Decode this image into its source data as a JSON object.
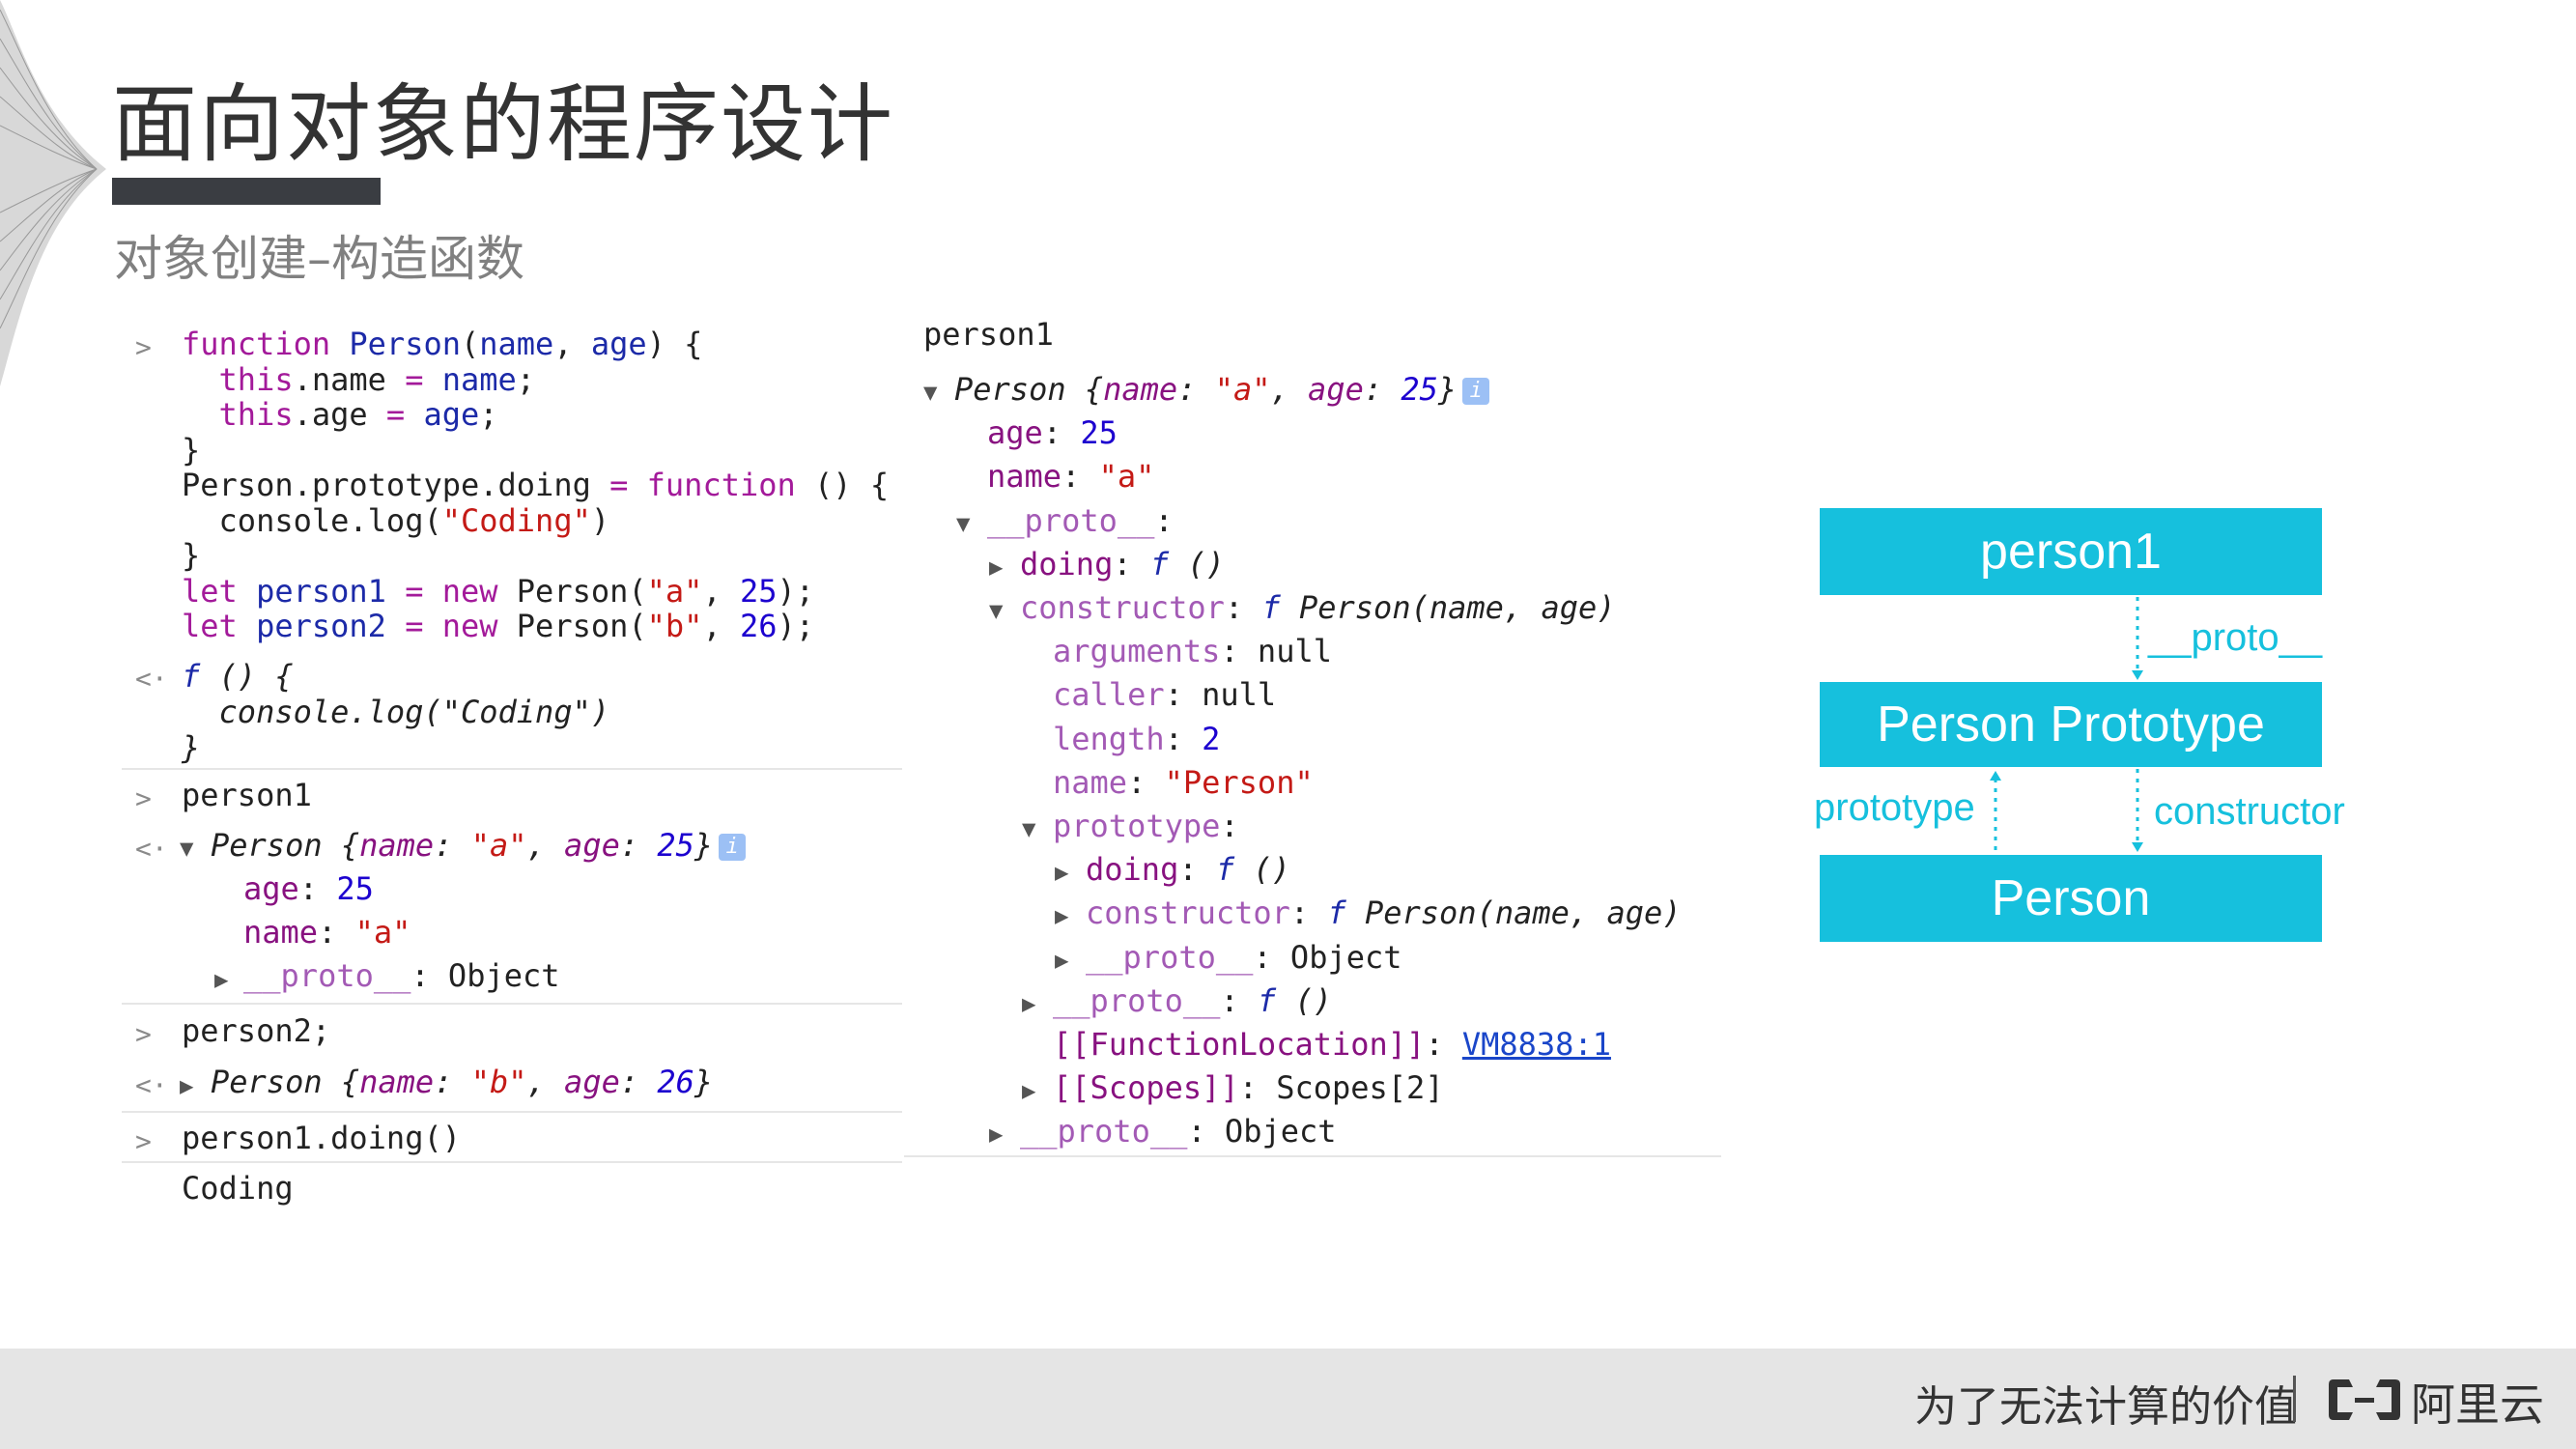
{
  "slide": {
    "title": "面向对象的程序设计",
    "subtitle": "对象创建–构造函数"
  },
  "console_left": {
    "entry1": {
      "lines": [
        [
          [
            "kw",
            "function "
          ],
          [
            "fn",
            "Person"
          ],
          [
            "",
            "("
          ],
          [
            "fn",
            "name"
          ],
          [
            "",
            ", "
          ],
          [
            "fn",
            "age"
          ],
          [
            "",
            ") {"
          ]
        ],
        [
          [
            "",
            "  "
          ],
          [
            "kw",
            "this"
          ],
          [
            "",
            ".name "
          ],
          [
            "kw",
            "="
          ],
          [
            "fn",
            " name"
          ],
          [
            "",
            ";"
          ]
        ],
        [
          [
            "",
            "  "
          ],
          [
            "kw",
            "this"
          ],
          [
            "",
            ".age "
          ],
          [
            "kw",
            "="
          ],
          [
            "fn",
            " age"
          ],
          [
            "",
            ";"
          ]
        ],
        [
          [
            "",
            "}"
          ]
        ],
        [
          [
            "",
            "Person.prototype.doing "
          ],
          [
            "kw",
            "="
          ],
          [
            "kw",
            " function"
          ],
          [
            "",
            " () {"
          ]
        ],
        [
          [
            "",
            "  console.log("
          ],
          [
            "str",
            "\"Coding\""
          ],
          [
            "",
            ")"
          ]
        ],
        [
          [
            "",
            "}"
          ]
        ],
        [
          [
            "kw",
            "let "
          ],
          [
            "fn",
            "person1"
          ],
          [
            "kw",
            " = new"
          ],
          [
            "",
            " Person("
          ],
          [
            "str",
            "\"a\""
          ],
          [
            "",
            ", "
          ],
          [
            "num",
            "25"
          ],
          [
            "",
            ");"
          ]
        ],
        [
          [
            "kw",
            "let "
          ],
          [
            "fn",
            "person2"
          ],
          [
            "kw",
            " = new"
          ],
          [
            "",
            " Person("
          ],
          [
            "str",
            "\"b\""
          ],
          [
            "",
            ", "
          ],
          [
            "num",
            "26"
          ],
          [
            "",
            ");"
          ]
        ]
      ],
      "result_lines": [
        [
          [
            "it fn",
            "f"
          ],
          [
            "it",
            " () {"
          ]
        ],
        [
          [
            "it",
            "  console.log(\"Coding\")"
          ]
        ],
        [
          [
            "it",
            "}"
          ]
        ]
      ]
    },
    "entry2": {
      "input": "person1",
      "result_head": [
        [
          "it",
          "Person "
        ],
        [
          "it",
          "{"
        ],
        [
          "it prop",
          "name"
        ],
        [
          "it",
          ": "
        ],
        [
          "it str",
          "\"a\""
        ],
        [
          "it",
          ", "
        ],
        [
          "it prop",
          "age"
        ],
        [
          "it",
          ": "
        ],
        [
          "it num",
          "25"
        ],
        [
          "it",
          "}"
        ]
      ],
      "info": "i",
      "props": [
        [
          [
            "prop",
            "age"
          ],
          [
            "",
            ": "
          ],
          [
            "num",
            "25"
          ]
        ],
        [
          [
            "prop",
            "name"
          ],
          [
            "",
            ": "
          ],
          [
            "str",
            "\"a\""
          ]
        ]
      ],
      "proto_line": [
        [
          "dim",
          "__proto__"
        ],
        [
          "",
          ": Object"
        ]
      ]
    },
    "entry3": {
      "input": "person2;",
      "result": [
        [
          "it",
          "Person "
        ],
        [
          "it",
          "{"
        ],
        [
          "it prop",
          "name"
        ],
        [
          "it",
          ": "
        ],
        [
          "it str",
          "\"b\""
        ],
        [
          "it",
          ", "
        ],
        [
          "it prop",
          "age"
        ],
        [
          "it",
          ": "
        ],
        [
          "it num",
          "26"
        ],
        [
          "it",
          "}"
        ]
      ]
    },
    "entry4": {
      "input": "person1.doing()",
      "output": "Coding"
    }
  },
  "console_right": {
    "header": "person1",
    "lines": [
      {
        "tri": "▼",
        "text": [
          [
            "it",
            "Person "
          ],
          [
            "it",
            "{"
          ],
          [
            "it prop",
            "name"
          ],
          [
            "it",
            ": "
          ],
          [
            "it str",
            "\"a\""
          ],
          [
            "it",
            ", "
          ],
          [
            "it prop",
            "age"
          ],
          [
            "it",
            ": "
          ],
          [
            "it num",
            "25"
          ],
          [
            "it",
            "}"
          ]
        ],
        "info": "i"
      },
      {
        "text": [
          [
            "prop",
            "age"
          ],
          [
            "",
            ": "
          ],
          [
            "num",
            "25"
          ]
        ]
      },
      {
        "text": [
          [
            "prop",
            "name"
          ],
          [
            "",
            ": "
          ],
          [
            "str",
            "\"a\""
          ]
        ]
      },
      {
        "tri": "▼",
        "text": [
          [
            "dim",
            "__proto__"
          ],
          [
            "",
            ":"
          ]
        ]
      },
      {
        "tri": "▶",
        "text": [
          [
            "prop",
            "doing"
          ],
          [
            "",
            ": "
          ],
          [
            "it fn",
            "f"
          ],
          [
            "it",
            " ()"
          ]
        ]
      },
      {
        "tri": "▼",
        "text": [
          [
            "dim",
            "constructor"
          ],
          [
            "",
            ": "
          ],
          [
            "it fn",
            "f"
          ],
          [
            "it",
            " Person(name, age)"
          ]
        ]
      },
      {
        "text": [
          [
            "dim",
            "arguments"
          ],
          [
            "",
            ": null"
          ]
        ]
      },
      {
        "text": [
          [
            "dim",
            "caller"
          ],
          [
            "",
            ": null"
          ]
        ]
      },
      {
        "text": [
          [
            "dim",
            "length"
          ],
          [
            "",
            ": "
          ],
          [
            "num",
            "2"
          ]
        ]
      },
      {
        "text": [
          [
            "dim",
            "name"
          ],
          [
            "",
            ": "
          ],
          [
            "str",
            "\"Person\""
          ]
        ]
      },
      {
        "tri": "▼",
        "text": [
          [
            "dim",
            "prototype"
          ],
          [
            "",
            ":"
          ]
        ]
      },
      {
        "tri": "▶",
        "text": [
          [
            "prop",
            "doing"
          ],
          [
            "",
            ": "
          ],
          [
            "it fn",
            "f"
          ],
          [
            "it",
            " ()"
          ]
        ]
      },
      {
        "tri": "▶",
        "text": [
          [
            "dim",
            "constructor"
          ],
          [
            "",
            ": "
          ],
          [
            "it fn",
            "f"
          ],
          [
            "it",
            " Person(name, age)"
          ]
        ]
      },
      {
        "tri": "▶",
        "text": [
          [
            "dim",
            "__proto__"
          ],
          [
            "",
            ": Object"
          ]
        ]
      },
      {
        "tri": "▶",
        "text": [
          [
            "dim",
            "__proto__"
          ],
          [
            "",
            ": "
          ],
          [
            "it fn",
            "f"
          ],
          [
            "it",
            " ()"
          ]
        ]
      },
      {
        "text": [
          [
            "prop",
            "[[FunctionLocation]]"
          ],
          [
            "",
            ": "
          ],
          [
            "link",
            "VM8838:1"
          ]
        ]
      },
      {
        "tri": "▶",
        "text": [
          [
            "prop",
            "[[Scopes]]"
          ],
          [
            "",
            ": Scopes[2]"
          ]
        ]
      },
      {
        "tri": "▶",
        "text": [
          [
            "dim",
            "__proto__"
          ],
          [
            "",
            ": Object"
          ]
        ]
      }
    ]
  },
  "diagram": {
    "box_top": "person1",
    "box_mid": "Person Prototype",
    "box_bottom": "Person",
    "label_proto": "__proto__",
    "label_prototype": "prototype",
    "label_constructor": "constructor",
    "accent": "#16c0dd"
  },
  "footer": {
    "slogan": "为了无法计算的价值",
    "brand": "阿里云"
  }
}
